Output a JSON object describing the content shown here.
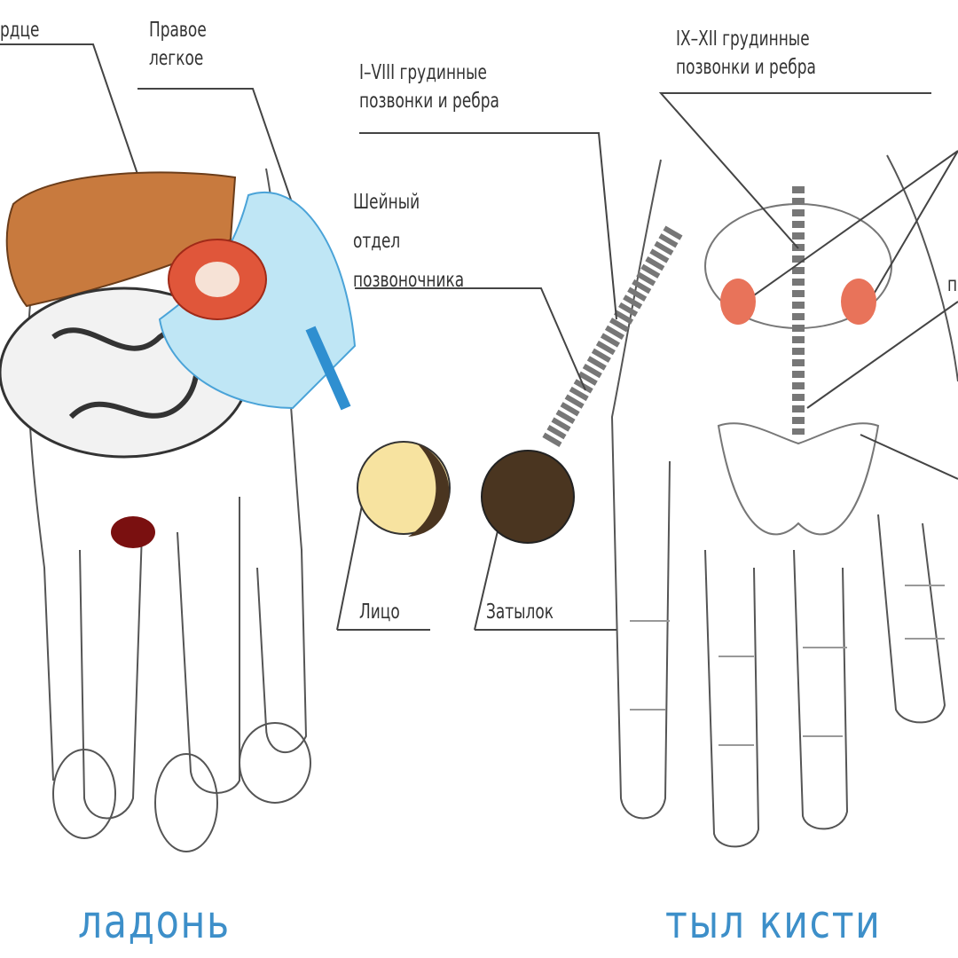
{
  "labels": {
    "heart": "рдце",
    "right_lung": "Правое\nлегкое",
    "thoracic_1_8": "I–VIII грудинные\nпозвонки и ребра",
    "thoracic_9_12": "IX–XII грудинные\nпозвонки и ребра",
    "cervical": "Шейный\nотдел\nпозвоночника",
    "face": "Лицо",
    "occiput": "Затылок",
    "right_partial": "п"
  },
  "titles": {
    "palm": "ладонь",
    "back_of_hand": "тыл кисти"
  },
  "colors": {
    "liver": "#c87a3e",
    "lung": "#bfe6f5",
    "heart": "#e0563a",
    "kidney": "#e8735a",
    "bladder": "#7a1010",
    "title": "#3d8fc9",
    "hair": "#4a3520"
  }
}
